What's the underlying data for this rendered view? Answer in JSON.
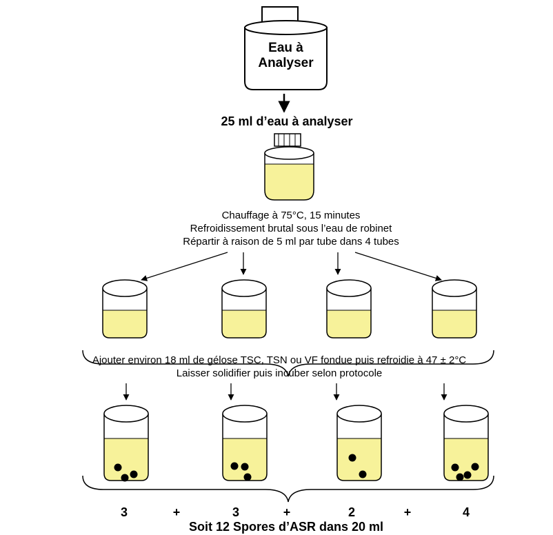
{
  "bottle_label_line1": "Eau à",
  "bottle_label_line2": "Analyser",
  "sample_label": "25 ml d’eau à analyser",
  "step1_line1": "Chauffage à 75°C, 15 minutes",
  "step1_line2": "Refroidissement brutal sous l’eau de robinet",
  "step1_line3": "Répartir à raison de 5 ml par tube dans 4 tubes",
  "step2_line1": "Ajouter environ 18 ml de gélose TSC, TSN ou VF fondue puis refroidie à 47 ± 2°C",
  "step2_line2": "Laisser solidifier puis incuber selon protocole",
  "counts": [
    "3",
    "3",
    "2",
    "4"
  ],
  "plus_sign": "+",
  "result": "Soit 12 Spores d’ASR dans 20 ml",
  "colors": {
    "liquid": "#f7f29a",
    "ink": "#000000",
    "background": "#ffffff"
  }
}
